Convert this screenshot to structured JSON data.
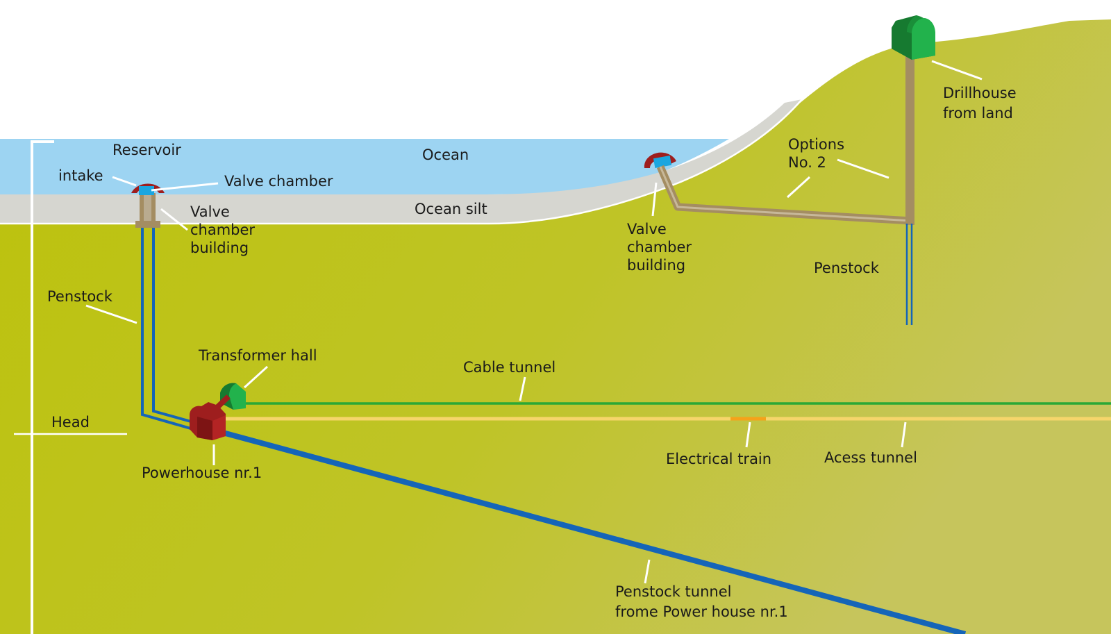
{
  "labels": {
    "reservoir": "Reservoir",
    "intake": "intake",
    "valve_chamber": "Valve chamber",
    "ocean": "Ocean",
    "ocean_silt": "Ocean silt",
    "valve_chamber_building_left": [
      "Valve",
      "chamber",
      "building"
    ],
    "valve_chamber_building_right": [
      "Valve",
      "chamber",
      "building"
    ],
    "options_no2": [
      "Options",
      "No. 2"
    ],
    "drillhouse": [
      "Drillhouse",
      "from land"
    ],
    "penstock_left": "Penstock",
    "penstock_right": "Penstock",
    "transformer_hall": "Transformer hall",
    "cable_tunnel": "Cable tunnel",
    "head": "Head",
    "powerhouse": "Powerhouse nr.1",
    "electrical_train": "Electrical train",
    "access_tunnel": "Acess tunnel",
    "penstock_tunnel": [
      "Penstock tunnel",
      "frome Power house nr.1"
    ]
  },
  "colors": {
    "sky": "#ffffff",
    "ocean": "#9dd4f2",
    "silt": "#d6d6d0",
    "ground": "#bcc20a",
    "ground_light": "#c3c65a",
    "pipe_blue": "#1565b8",
    "shaft_tan": "#a48d62",
    "cable_green": "#2aa836",
    "tunnel_yellow": "#f6d56b",
    "train_orange": "#f5a21a",
    "building_green": "#22b24c",
    "powerhouse_red": "#9e1e1e",
    "valve_cyan": "#1aa6e0",
    "leader_white": "#ffffff"
  }
}
